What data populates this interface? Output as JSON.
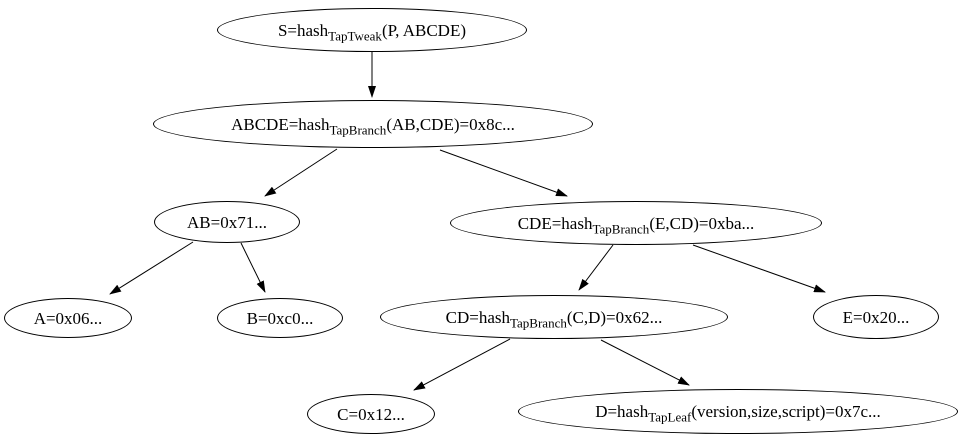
{
  "diagram": {
    "type": "tree",
    "description": "Taproot merkle hash tree",
    "background_color": "#ffffff",
    "line_color": "#000000",
    "text_color": "#000000",
    "nodes": [
      {
        "id": "S",
        "pre": "S=hash",
        "sub": "TapTweak",
        "post": "(P, ABCDE)"
      },
      {
        "id": "ABCDE",
        "pre": "ABCDE=hash",
        "sub": "TapBranch",
        "post": "(AB,CDE)=0x8c..."
      },
      {
        "id": "AB",
        "pre": "AB=0x71...",
        "sub": "",
        "post": ""
      },
      {
        "id": "CDE",
        "pre": "CDE=hash",
        "sub": "TapBranch",
        "post": "(E,CD)=0xba..."
      },
      {
        "id": "A",
        "pre": "A=0x06...",
        "sub": "",
        "post": ""
      },
      {
        "id": "B",
        "pre": "B=0xc0...",
        "sub": "",
        "post": ""
      },
      {
        "id": "CD",
        "pre": "CD=hash",
        "sub": "TapBranch",
        "post": "(C,D)=0x62..."
      },
      {
        "id": "E",
        "pre": "E=0x20...",
        "sub": "",
        "post": ""
      },
      {
        "id": "C",
        "pre": "C=0x12...",
        "sub": "",
        "post": ""
      },
      {
        "id": "D",
        "pre": "D=hash",
        "sub": "TapLeaf",
        "post": "(version,size,script)=0x7c..."
      }
    ],
    "edges": [
      {
        "from": "S",
        "to": "ABCDE"
      },
      {
        "from": "ABCDE",
        "to": "AB"
      },
      {
        "from": "ABCDE",
        "to": "CDE"
      },
      {
        "from": "AB",
        "to": "A"
      },
      {
        "from": "AB",
        "to": "B"
      },
      {
        "from": "CDE",
        "to": "CD"
      },
      {
        "from": "CDE",
        "to": "E"
      },
      {
        "from": "CD",
        "to": "C"
      },
      {
        "from": "CD",
        "to": "D"
      }
    ]
  }
}
